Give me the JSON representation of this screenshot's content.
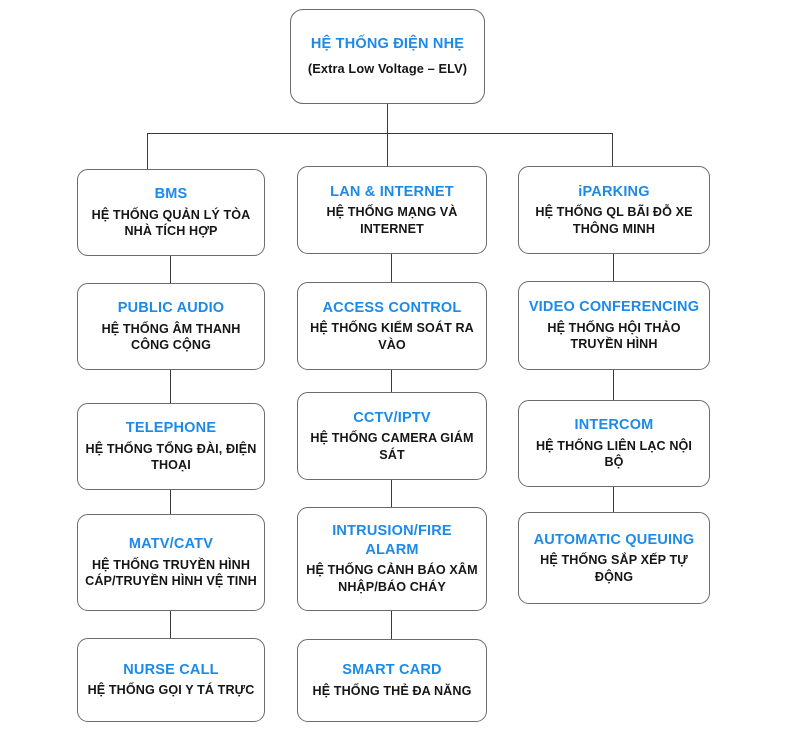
{
  "diagram": {
    "title": "HỆ THỐNG ĐIỆN NHẸ",
    "subtitle": "(Extra Low Voltage – ELV)",
    "accent_color": "#1c8ae8",
    "text_color": "#161616",
    "border_color": "#6b6b6b",
    "connector_color": "#3a3a3a",
    "background_color": "#ffffff"
  },
  "root": {
    "title": "HỆ THỐNG ĐIỆN NHẸ",
    "subtitle": "(Extra Low Voltage – ELV)"
  },
  "columns": [
    {
      "name": "column-1",
      "nodes": [
        {
          "title": "BMS",
          "subtitle": "HỆ THỐNG QUẢN LÝ TÒA NHÀ TÍCH HỢP"
        },
        {
          "title": "PUBLIC AUDIO",
          "subtitle": "HỆ THỐNG ÂM THANH CÔNG CỘNG"
        },
        {
          "title": "TELEPHONE",
          "subtitle": "HỆ THỐNG TỔNG ĐÀI, ĐIỆN THOẠI"
        },
        {
          "title": "MATV/CATV",
          "subtitle": "HỆ THỐNG TRUYỀN HÌNH CÁP/TRUYỀN HÌNH VỆ TINH"
        },
        {
          "title": "NURSE CALL",
          "subtitle": "HỆ THỐNG GỌI Y TÁ TRỰC"
        }
      ]
    },
    {
      "name": "column-2",
      "nodes": [
        {
          "title": "LAN & INTERNET",
          "subtitle": "HỆ THỐNG MẠNG VÀ INTERNET"
        },
        {
          "title": "ACCESS CONTROL",
          "subtitle": "HỆ THỐNG KIỂM SOÁT RA VÀO"
        },
        {
          "title": "CCTV/IPTV",
          "subtitle": "HỆ THỐNG CAMERA GIÁM SÁT"
        },
        {
          "title": "INTRUSION/FIRE ALARM",
          "subtitle": "HỆ THỐNG CẢNH BÁO XÂM NHẬP/BÁO CHÁY"
        },
        {
          "title": "SMART CARD",
          "subtitle": "HỆ THỐNG THẺ ĐA NĂNG"
        }
      ]
    },
    {
      "name": "column-3",
      "nodes": [
        {
          "title": "iPARKING",
          "subtitle": "HỆ THỐNG QL BÃI ĐỖ XE THÔNG MINH"
        },
        {
          "title": "VIDEO CONFERENCING",
          "subtitle": "HỆ THỐNG HỘI THẢO TRUYỀN HÌNH"
        },
        {
          "title": "INTERCOM",
          "subtitle": "HỆ THỐNG LIÊN LẠC NỘI BỘ"
        },
        {
          "title": "AUTOMATIC QUEUING",
          "subtitle": "HỆ THỐNG SẮP XẾP TỰ ĐỘNG"
        }
      ]
    }
  ]
}
